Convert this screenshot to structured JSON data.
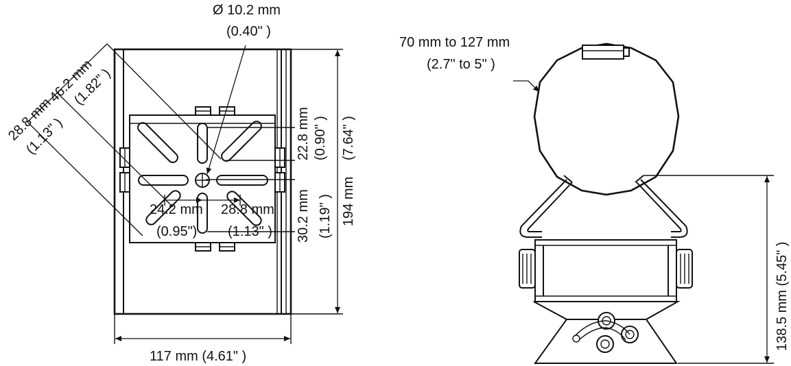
{
  "left_view": {
    "hole_dia": {
      "mm": "Ø 10.2 mm",
      "in": "(0.40\" )"
    },
    "slot_diag_a": {
      "mm": "28.8 mm",
      "in": "(1.13\" )"
    },
    "slot_diag_b": {
      "mm": "46.2 mm",
      "in": "(1.82\" )"
    },
    "slot_h_left": {
      "mm": "24.2 mm",
      "in": "(0.95\")"
    },
    "slot_h_right": {
      "mm": "28.8 mm",
      "in": "(1.13\" )"
    },
    "slot_v_top": {
      "mm": "22.8 mm",
      "in": "(0.90\" )"
    },
    "slot_v_bottom": {
      "mm": "30.2 mm",
      "in": "(1.19\" )"
    },
    "height": {
      "mm": "194 mm",
      "in": "(7.64\" )"
    },
    "width": {
      "text": "117 mm (4.61\" )"
    }
  },
  "right_view": {
    "pole_range": {
      "mm": "70 mm to 127 mm",
      "in": "(2.7\" to 5\" )"
    },
    "height": {
      "text": "138.5 mm (5.45\" )"
    }
  }
}
